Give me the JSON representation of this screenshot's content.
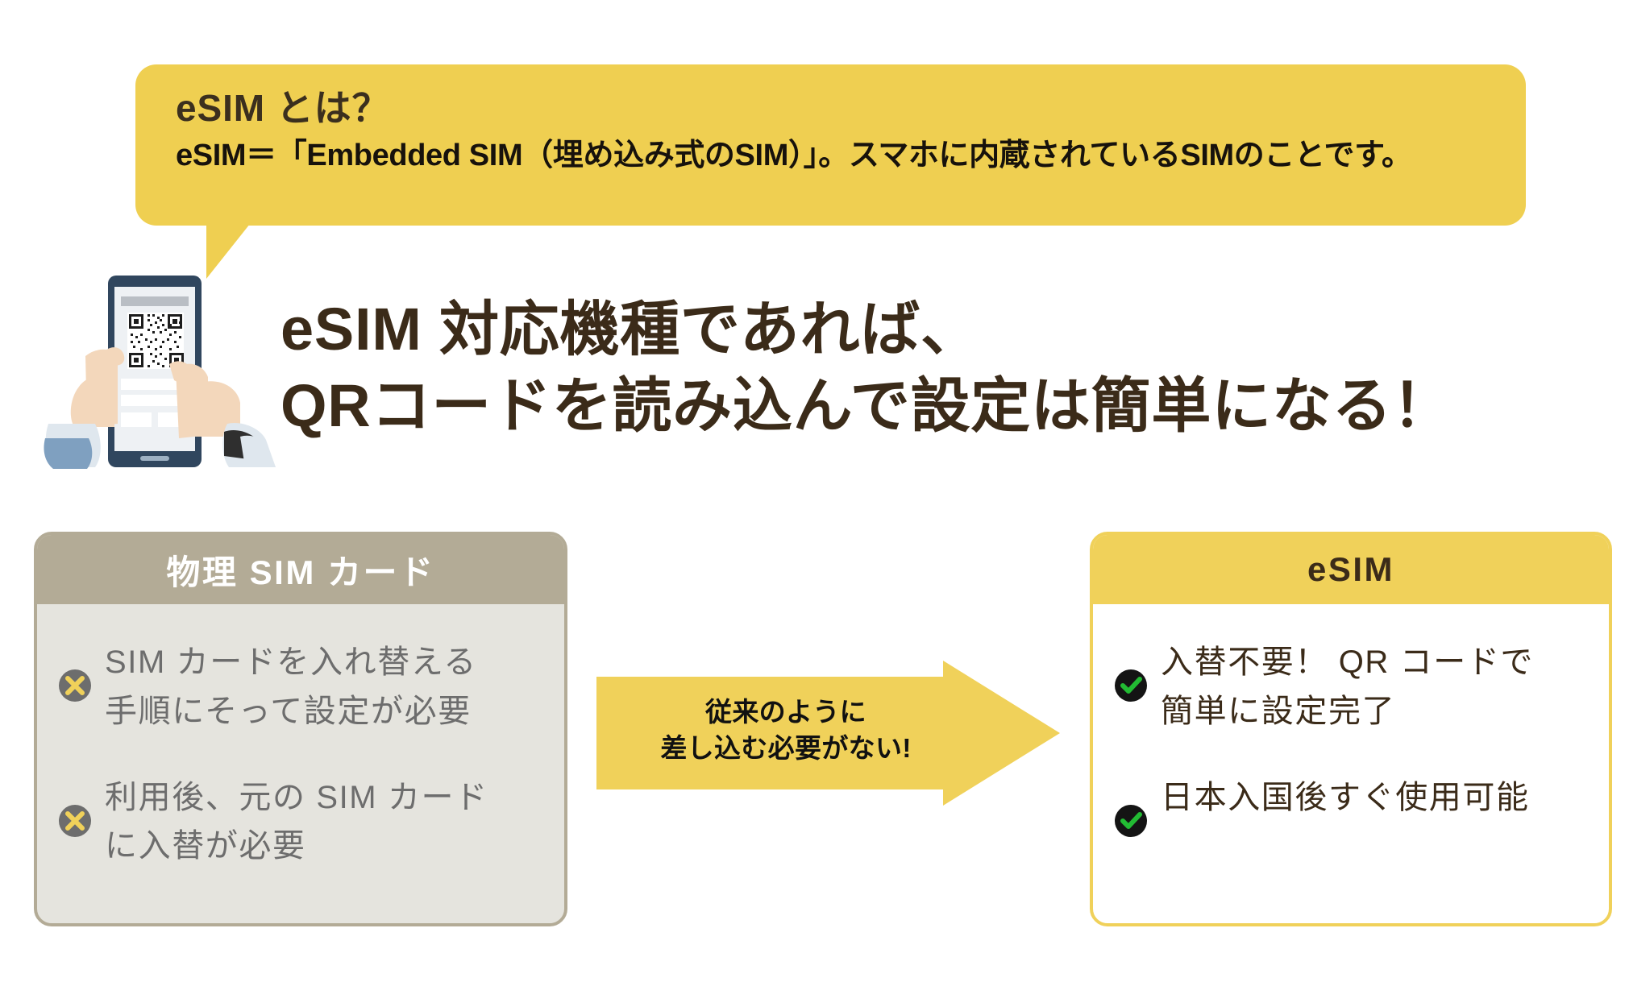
{
  "callout": {
    "title": "eSIM とは？",
    "subtitle": "eSIM＝「Embedded SIM（埋め込み式のSIM）」。スマホに内蔵されているSIMのことです。",
    "background_color": "#efcf51"
  },
  "illustration": {
    "name": "hands-holding-smartphone-scanning-qr-code",
    "phone_body_color": "#30465e",
    "screen_color": "#eef1f4",
    "skin_color": "#f3d7bb",
    "sleeve_color": "#7fa0c0"
  },
  "headline": {
    "line1": "eSIM 対応機種であれば、",
    "line2": "QRコードを読み込んで設定は簡単になる！",
    "color": "#3b2b19"
  },
  "comparison": {
    "physical": {
      "header": "物理 SIM カード",
      "header_bg": "#b3ab96",
      "header_text_color": "#ffffff",
      "body_bg": "#e5e4de",
      "icon": "cross-circle-icon",
      "icon_circle_color": "#6d6d6d",
      "icon_mark_color": "#f0d15a",
      "bullets": [
        "SIM カードを入れ替える\n手順にそって設定が必要",
        "利用後、元の SIM カード\nに入替が必要"
      ]
    },
    "esim": {
      "header": "eSIM",
      "header_bg": "#f0d15a",
      "header_text_color": "#3b2b19",
      "body_bg": "#ffffff",
      "icon": "check-circle-icon",
      "icon_circle_color": "#141414",
      "icon_mark_color": "#22bb33",
      "bullets": [
        "入替不要！ QR コードで\n簡単に設定完了",
        "日本入国後すぐ使用可能"
      ]
    }
  },
  "arrow": {
    "text": "従来のように\n差し込む必要がない!",
    "color": "#f0d15a",
    "text_color": "#111111"
  }
}
